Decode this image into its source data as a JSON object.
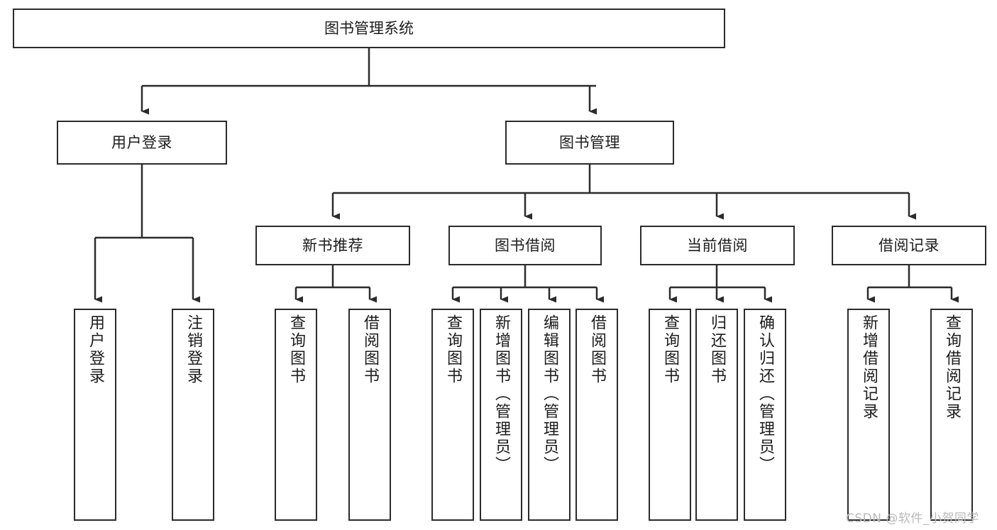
{
  "diagram": {
    "title": "图书管理系统",
    "type": "hierarchy-tree",
    "root": {
      "label": "图书管理系统"
    },
    "level2": [
      {
        "label": "用户登录"
      },
      {
        "label": "图书管理"
      }
    ],
    "level3": [
      {
        "label": "新书推荐"
      },
      {
        "label": "图书借阅"
      },
      {
        "label": "当前借阅"
      },
      {
        "label": "借阅记录"
      }
    ],
    "leaves": {
      "user_login": [
        {
          "label": "用户登录"
        },
        {
          "label": "注销登录"
        }
      ],
      "new_book_recommend": [
        {
          "label": "查询图书"
        },
        {
          "label": "借阅图书"
        }
      ],
      "book_borrow": [
        {
          "label": "查询图书"
        },
        {
          "label": "新增图书（管理员）"
        },
        {
          "label": "编辑图书（管理员）"
        },
        {
          "label": "借阅图书"
        }
      ],
      "current_borrow": [
        {
          "label": "查询图书"
        },
        {
          "label": "归还图书"
        },
        {
          "label": "确认归还（管理员）"
        }
      ],
      "borrow_record": [
        {
          "label": "新增借阅记录"
        },
        {
          "label": "查询借阅记录"
        }
      ]
    }
  },
  "watermark": {
    "text": "CSDN @软件_小贺同学"
  },
  "colors": {
    "stroke": "#2b2b2b",
    "fill": "#ffffff",
    "text": "#1c1c1c",
    "watermark": "#b9b9b9"
  }
}
